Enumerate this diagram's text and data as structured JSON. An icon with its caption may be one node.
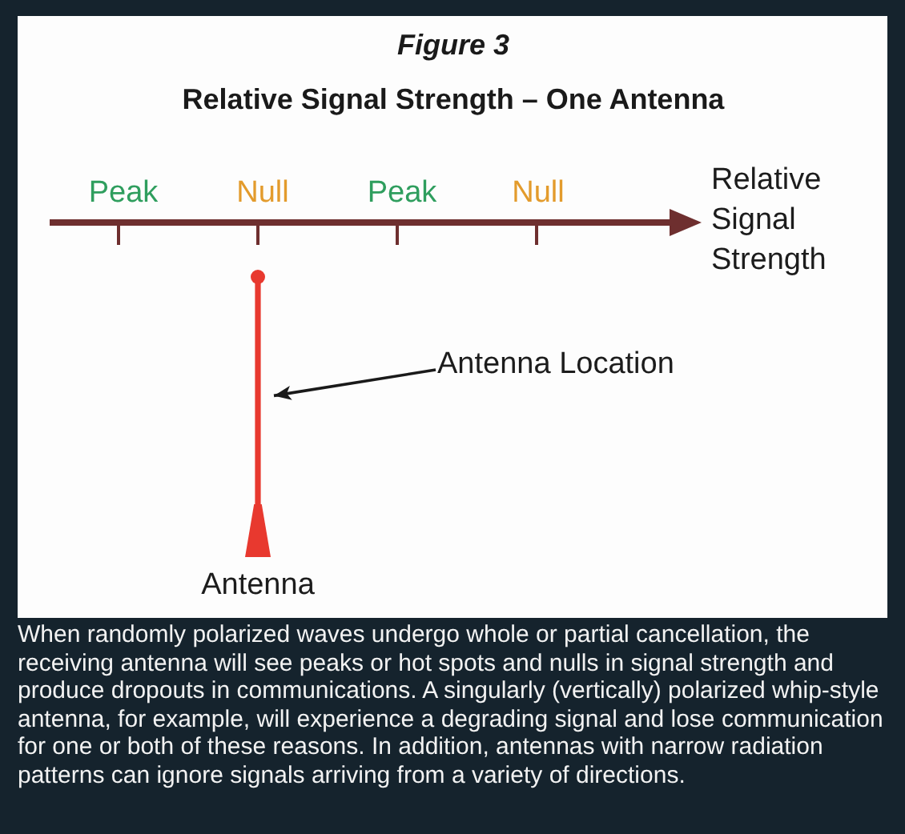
{
  "diagram": {
    "title": "Relative Signal Strength – One Antenna",
    "caption": "When randomly polarized waves undergo whole or partial cancellation, the receiving antenna will see peaks or hot spots and nulls in signal strength and produce dropouts in communications. A singularly (vertically) polarized whip-style antenna, for example, will experience a degrading signal and lose communication for one or both of these reasons. In addition, antennas with narrow radiation patterns can ignore signals arriving from a variety of directions.",
    "nodes": [
      {
        "text": [
          "Antenna Location"
        ]
      },
      {
        "text": [],
        "shape": "picture",
        "beside": [
          "Antenna"
        ]
      }
    ],
    "edges": [
      {
        "from": 0,
        "to": 1,
        "arrow": "to"
      }
    ],
    "labels": [
      "Figure 3",
      "Peak",
      "Null",
      "Peak",
      "Null",
      "Relative Signal Strength"
    ]
  }
}
